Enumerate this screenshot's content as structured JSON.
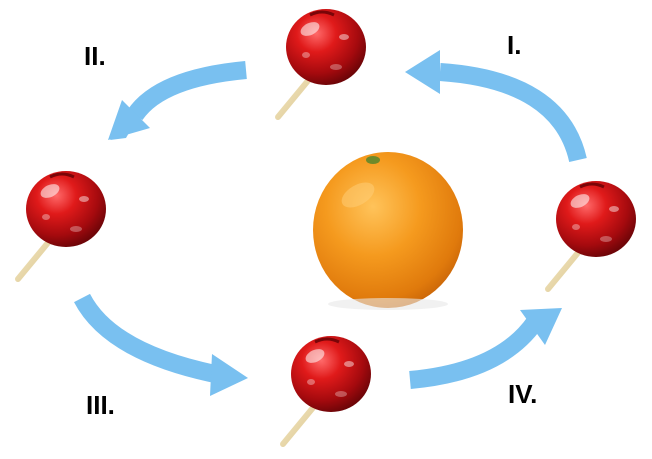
{
  "labels": {
    "one": "I.",
    "two": "II.",
    "three": "III.",
    "four": "IV."
  },
  "colors": {
    "arrow": "#79c0f0",
    "apple_red": "#d4121a",
    "orange": "#f5951c",
    "stick": "#eedcaa"
  },
  "objects": {
    "center": "orange",
    "orbiting": "candy-apple",
    "orbiting_count": 4
  }
}
